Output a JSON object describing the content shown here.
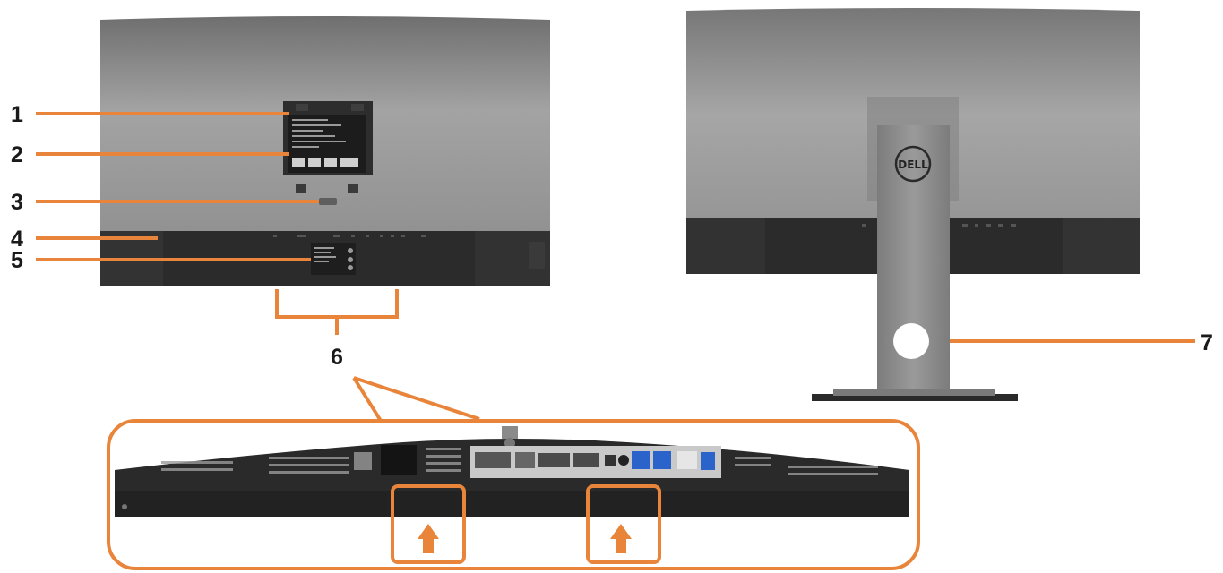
{
  "callouts": [
    {
      "id": "1",
      "label": "1"
    },
    {
      "id": "2",
      "label": "2"
    },
    {
      "id": "3",
      "label": "3"
    },
    {
      "id": "4",
      "label": "4"
    },
    {
      "id": "5",
      "label": "5"
    },
    {
      "id": "6",
      "label": "6"
    },
    {
      "id": "7",
      "label": "7"
    }
  ],
  "brand": {
    "logo_text": "DELL"
  },
  "colors": {
    "accent": "#e8853a",
    "monitor_back": "#8e8e8e",
    "monitor_band": "#2b2b2b",
    "stand": "#8c8c8c",
    "label_box": "#1c1c1c",
    "port_blue": "#2a63c9"
  },
  "icons": [
    "up-arrow-icon",
    "cable-hole-icon",
    "dell-logo-icon"
  ]
}
